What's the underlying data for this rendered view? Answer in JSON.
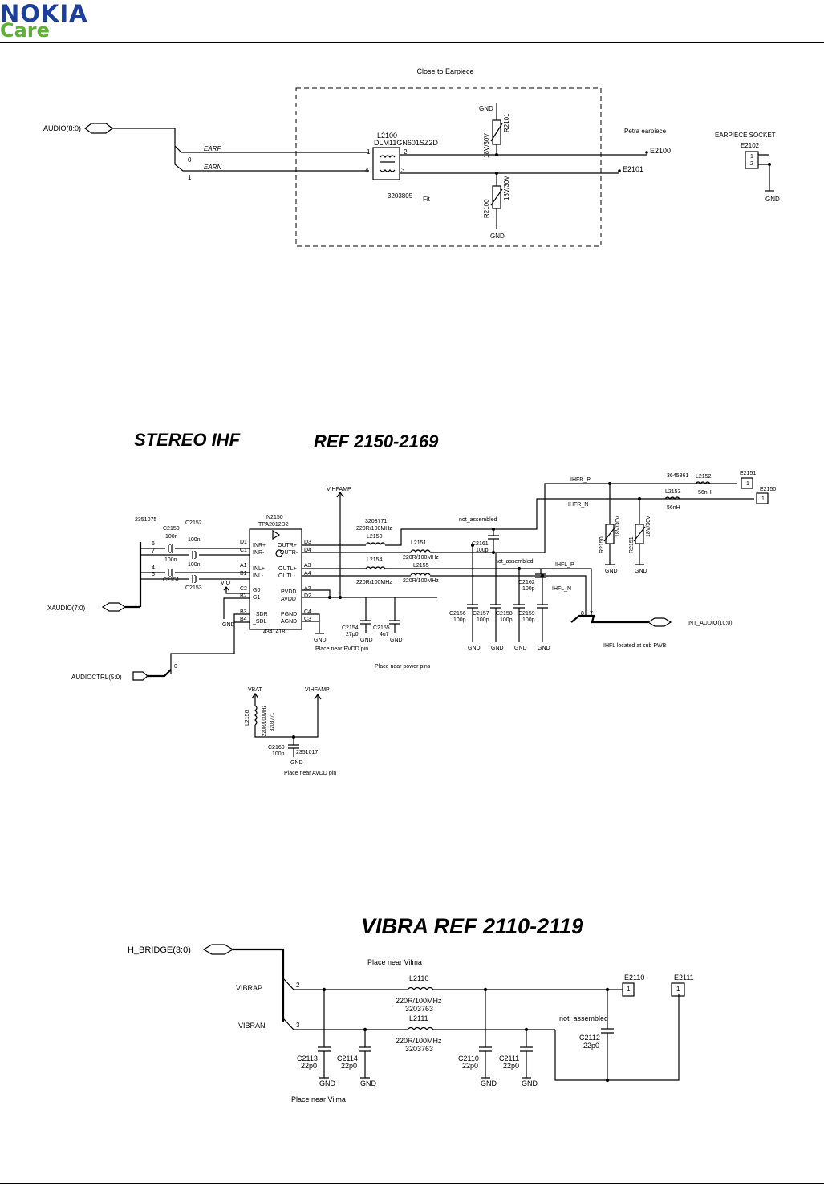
{
  "header": {
    "brand": "NOKIA",
    "sub_brand": "Care",
    "brand_color": "#1c3f9a",
    "sub_brand_color": "#5db235"
  },
  "earpiece": {
    "zone_label": "Close to Earpiece",
    "bus": "AUDIO(8:0)",
    "net_earp": "EARP",
    "net_earn": "EARN",
    "bit0": "0",
    "bit1": "1",
    "inductor_ref": "L2100",
    "inductor_part": "DLM11GN601SZ2D",
    "pin1": "1",
    "pin2": "2",
    "pin3": "3",
    "pin4": "4",
    "code": "3203805",
    "fit": "Fit",
    "r_top": "R2101",
    "r_bot": "R2100",
    "varistor_top": "18V/30V",
    "varistor_bot": "18V/30V",
    "gnd_top": "GND",
    "gnd_bot": "GND",
    "petra": "Petra earpiece",
    "e2100": "E2100",
    "e2101": "E2101",
    "socket_label": "EARPIECE SOCKET",
    "socket_ref": "E2102",
    "socket_pin1": "1",
    "socket_pin2": "2",
    "socket_gnd": "GND"
  },
  "stereo": {
    "title": "STEREO IHF",
    "ref": "REF 2150-2169",
    "vihfamp": "VIHFAMP",
    "part_2351075": "2351075",
    "c2152": "C2152",
    "c2150": "C2150",
    "c2150_val": "100n",
    "val_100n_a": "100n",
    "val_100n_b": "100n",
    "val_100n_c": "100n",
    "c2151": "C2151",
    "c2153": "C2153",
    "pin_6": "6",
    "pin_7": "7",
    "pin_4": "4",
    "pin_5": "5",
    "n2150": "N2150",
    "n2150_part": "TPA2012D2",
    "in_pins": [
      "INR+",
      "INR-",
      "INL+",
      "INL-",
      "G0",
      "G1",
      "_SDR",
      "_SDL"
    ],
    "in_balls": [
      "D1",
      "C1",
      "A1",
      "B1",
      "C2",
      "B2",
      "B3",
      "B4"
    ],
    "out_pins": [
      "OUTR+",
      "OUTR-",
      "OUTL+",
      "OUTL-",
      "PVDD",
      "AVDD",
      "PGND",
      "AGND"
    ],
    "out_balls": [
      "D3",
      "D4",
      "A3",
      "A4",
      "A2",
      "D2",
      "C4",
      "C3"
    ],
    "ic_code": "4341418",
    "vio": "VIO",
    "gnd_ic": "GND",
    "l2150_code": "3203771",
    "l2150_val": "220R/100MHz",
    "l2150": "L2150",
    "l2151": "L2151",
    "l2151_val": "220R/100MHz",
    "l2154": "L2154",
    "l2154_val": "220R/100MHz",
    "l2155": "L2155",
    "l2155_val": "220R/100MHz",
    "not_assembled_1": "not_assembled",
    "not_assembled_2": "not_assembled",
    "c2161": "C2161",
    "c2161_val": "100p",
    "c2162": "C2162",
    "c2162_val": "100p",
    "c2156": "C2156",
    "c2156_val": "100p",
    "c2157": "C2157",
    "c2157_val": "100p",
    "c2158": "C2158",
    "c2158_val": "100p",
    "c2159": "C2159",
    "c2159_val": "100p",
    "c2154": "C2154",
    "c2154_val": "27p0",
    "c2155": "C2155",
    "c2155_val": "4u7",
    "gnd": "GND",
    "place_pvdd": "Place near PVDD pin",
    "place_power": "Place near power pins",
    "ihfr_p": "IHFR_P",
    "ihfr_n": "IHFR_N",
    "ihfl_p": "IHFL_P",
    "ihfl_n": "IHFL_N",
    "code_3645361": "3645361",
    "l2152": "L2152",
    "l2152_val": "56nH",
    "l2153": "L2153",
    "l2153_val": "56nH",
    "e2151": "E2151",
    "e2150": "E2150",
    "e_pin": "1",
    "r2150": "R2150",
    "r2151": "R2151",
    "varistor_a": "18V/30V",
    "varistor_b": "18V/30V",
    "int_audio": "INT_AUDIO(10:0)",
    "int_bit8": "8",
    "int_bit7": "7",
    "ihfl_note": "IHFL located at sub PWB",
    "xaudio": "XAUDIO(7:0)",
    "audioctrl": "AUDIOCTRL(5:0)",
    "audioctrl_bit": "0",
    "vbat": "VBAT",
    "vihfamp2": "VIHFAMP",
    "l2156": "L2156",
    "l2156_val": "220R/100MHz",
    "l2156_code": "3203771",
    "c2160": "C2160",
    "c2160_val": "100n",
    "c2160_code": "2351017",
    "place_avdd": "Place near AVDD pin"
  },
  "vibra": {
    "title": "VIBRA REF 2110-2119",
    "bus": "H_BRIDGE(3:0)",
    "vibrap": "VIBRAP",
    "vibran": "VIBRAN",
    "bit2": "2",
    "bit3": "3",
    "place_top": "Place near Vilma",
    "place_bot": "Place near Vilma",
    "l2110": "L2110",
    "l2110_val": "220R/100MHz",
    "l2110_code": "3203763",
    "l2111": "L2111",
    "l2111_val": "220R/100MHz",
    "l2111_code": "3203763",
    "c2113": "C2113",
    "c2113_val": "22p0",
    "c2114": "C2114",
    "c2114_val": "22p0",
    "c2110": "C2110",
    "c2110_val": "22p0",
    "c2111": "C2111",
    "c2111_val": "22p0",
    "c2112": "C2112",
    "c2112_val": "22p0",
    "not_assembled": "not_assembled",
    "e2110": "E2110",
    "e2111": "E2111",
    "e_pin": "1",
    "gnd": "GND"
  }
}
